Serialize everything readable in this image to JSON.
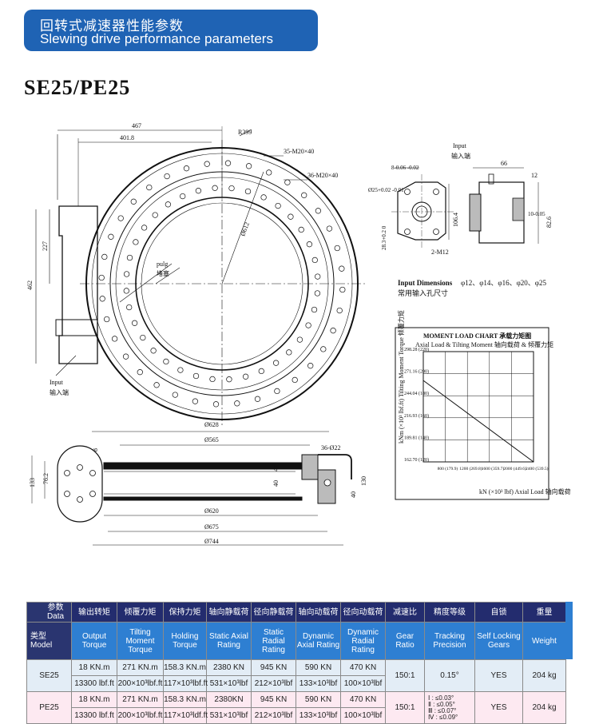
{
  "banner": {
    "title_cn": "回转式减速器性能参数",
    "title_en": "Slewing drive performance parameters"
  },
  "model_title": "SE25/PE25",
  "drawing": {
    "dims": {
      "d467": "467",
      "d4018": "401.8",
      "r399": "R399",
      "holes1": "35-M20×40",
      "holes2": "36-M20×40",
      "d462": "462",
      "d227": "227",
      "d612": "Ø612",
      "ptw_en": "pulg",
      "ptw_cn": "堵塞",
      "input_en": "Input",
      "input_cn": "输入端",
      "d628": "Ø628",
      "d565": "Ø565",
      "d8": "8",
      "holes3": "36-Ø22",
      "d133": "133",
      "d762": "76.2",
      "d47": "47",
      "d40a": "40",
      "d130": "130",
      "d40b": "40",
      "d620": "Ø620",
      "d675": "Ø675",
      "d744": "Ø744",
      "tol1": "8-0.06 -0.02",
      "d25": "Ø25+0.02 -0.01",
      "d283": "28.3+0.2 0",
      "m12": "2-M12",
      "d1064": "106.4",
      "input2_en": "Input",
      "input2_cn": "输入端",
      "d66": "66",
      "d12": "12",
      "d10": "10-0.05",
      "d826": "82.6",
      "input_dim_label": "Input Dimensions",
      "input_dim_values": "φ12、φ14、φ16、φ20、φ25",
      "input_dim_cn": "常用输入孔尺寸"
    }
  },
  "chart_data": {
    "type": "line",
    "title": "MOMENT LOAD CHART 承载力矩图",
    "subtitle": "Axial Load & Tilting Moment 轴向载荷 & 倾覆力矩",
    "ylabel": "kNm (×10³ lbf.ft) Tilting Moment Torque 倾覆力矩",
    "xlabel": "kN (×10³ lbf) Axial Load 轴向载荷",
    "yticks": [
      "298.28 (220)",
      "271.16 (200)",
      "244.04 (180)",
      "216.93 (160)",
      "189.81 (140)",
      "162.70 (120)"
    ],
    "xticks": [
      "800 (179.9)",
      "1200 (269.8)",
      "1600 (359.7)",
      "2000 (449.6)",
      "2400 (539.5)"
    ],
    "x": [
      400,
      2400
    ],
    "y": [
      262.8,
      162.7
    ],
    "xlim": [
      400,
      2400
    ],
    "ylim": [
      162.7,
      298.28
    ]
  },
  "table": {
    "header_cn": [
      "输出转矩",
      "倾覆力矩",
      "保持力矩",
      "轴向静载荷",
      "径向静载荷",
      "轴向动载荷",
      "径向动载荷",
      "减速比",
      "精度等级",
      "自锁",
      "重量"
    ],
    "header_en": [
      "Output Torque",
      "Tilting Moment Torque",
      "Holding Torque",
      "Static Axial Rating",
      "Static Radial Rating",
      "Dynamic Axial Rating",
      "Dynamic Radial Rating",
      "Gear Ratio",
      "Tracking Precision",
      "Self Locking Gears",
      "Weight"
    ],
    "corner_cn_top": "参数",
    "corner_en_top": "Data",
    "corner_cn_bottom": "类型",
    "corner_en_bottom": "Model",
    "se25": {
      "model": "SE25",
      "metric": [
        "18 KN.m",
        "271 KN.m",
        "158.3 KN.m",
        "2380 KN",
        "945 KN",
        "590 KN",
        "470 KN"
      ],
      "imperial": [
        "13300 lbf.ft",
        "200×10³lbf.ft",
        "117×10³lbf.ft",
        "531×10³lbf",
        "212×10³lbf",
        "133×10³lbf",
        "100×10³lbf"
      ],
      "ratio": "150:1",
      "precision": "0.15°",
      "lock": "YES",
      "weight": "204 kg"
    },
    "pe25": {
      "model": "PE25",
      "metric": [
        "18 KN.m",
        "271 KN.m",
        "158.3 KN.m",
        "2380KN",
        "945 KN",
        "590 KN",
        "470 KN"
      ],
      "imperial": [
        "13300 lbf.ft",
        "200×10³lbf.ft",
        "117×10³ldf.ft",
        "531×10³lbf",
        "212×10³lbf",
        "133×10³lbf",
        "100×10³lbf"
      ],
      "ratio": "150:1",
      "precision_lines": [
        "Ⅰ : ≤0.03°",
        "Ⅱ : ≤0.05°",
        "Ⅲ : ≤0.07°",
        "Ⅳ : ≤0.09°"
      ],
      "lock": "YES",
      "weight": "204 kg"
    }
  }
}
